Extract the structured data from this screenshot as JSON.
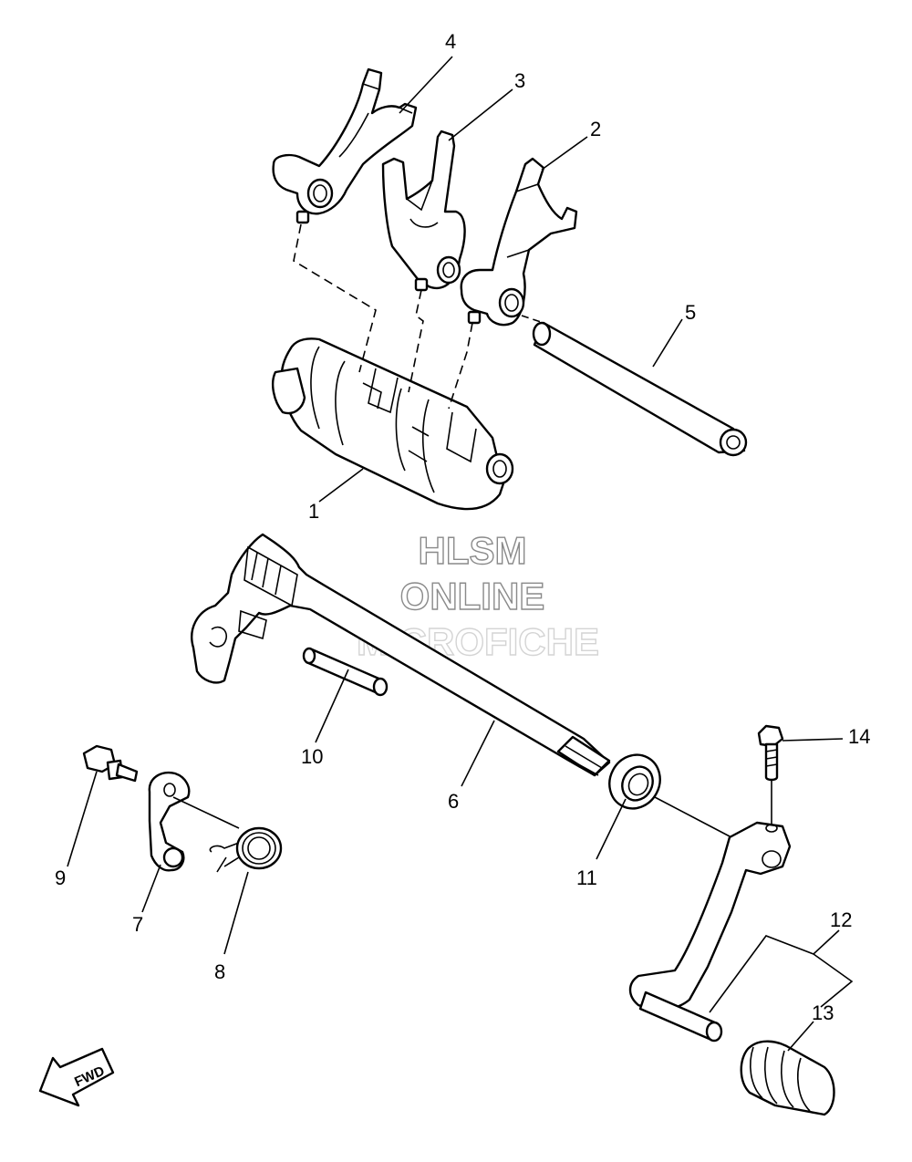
{
  "watermark": {
    "line1": "HLSM",
    "line2": "ONLINE",
    "line3": "MICROFICHE"
  },
  "fwd_label": "FWD",
  "callouts": {
    "c1": "1",
    "c2": "2",
    "c3": "3",
    "c4": "4",
    "c5": "5",
    "c6": "6",
    "c7": "7",
    "c8": "8",
    "c9": "9",
    "c10": "10",
    "c11": "11",
    "c12": "12",
    "c13": "13",
    "c14": "14"
  }
}
